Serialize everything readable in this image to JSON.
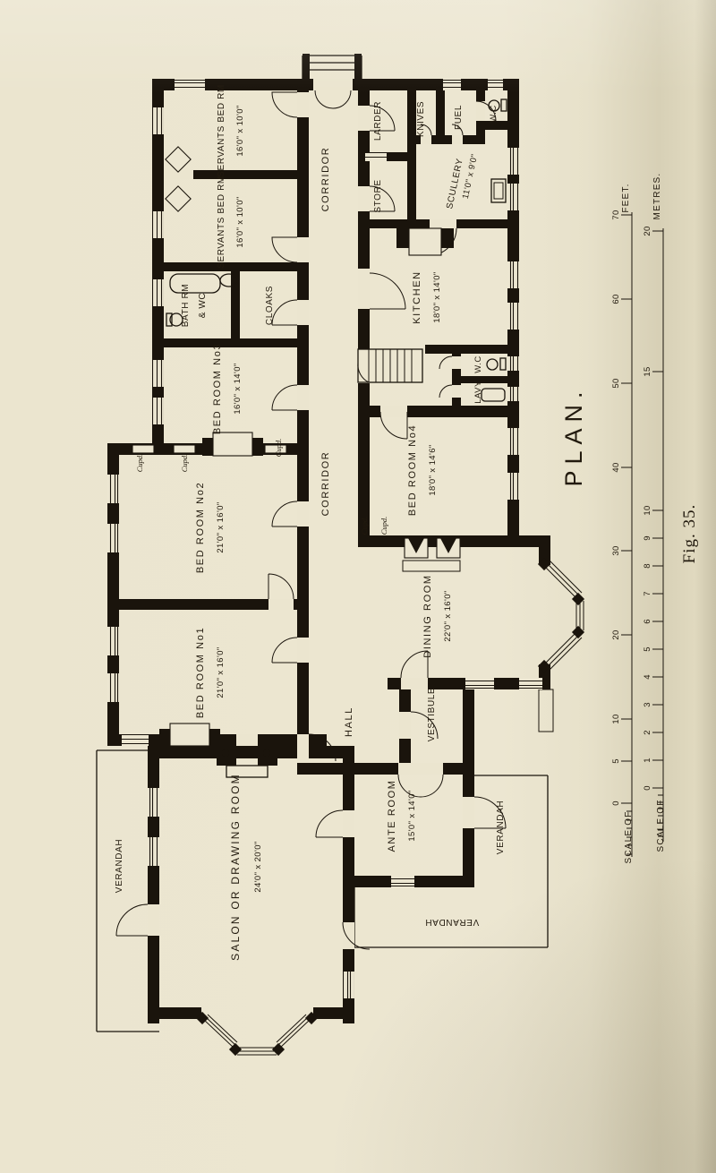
{
  "figure": {
    "plan_title": "PLAN.",
    "caption": "Fig. 35."
  },
  "rooms": {
    "servants_bed_rm_1": {
      "name": "SERVANTS BED RM",
      "dims": "16'0\" x 10'0\""
    },
    "servants_bed_rm_2": {
      "name": "SERVANTS BED RM",
      "dims": "16'0\" x 10'0\""
    },
    "bath_rm": {
      "name": "BATH RM",
      "name2": "& WC"
    },
    "cloaks": {
      "name": "CLOAKS"
    },
    "bed_room_3": {
      "name": "BED ROOM No3",
      "dims": "16'0\" x 14'0\""
    },
    "bed_room_2": {
      "name": "BED ROOM No2",
      "dims": "21'0\" x 16'0\""
    },
    "bed_room_1": {
      "name": "BED ROOM No1",
      "dims": "21'0\" x 16'0\""
    },
    "bed_room_4": {
      "name": "BED ROOM No4",
      "dims": "18'0\" x 14'6\""
    },
    "corridor_upper": {
      "name": "CORRIDOR"
    },
    "corridor_lower": {
      "name": "CORRIDOR"
    },
    "larder": {
      "name": "LARDER"
    },
    "store": {
      "name": "STORE"
    },
    "knives": {
      "name": "KNIVES"
    },
    "fuel": {
      "name": "FUEL"
    },
    "wc_upper": {
      "name": "W.C"
    },
    "scullery": {
      "name": "SCULLERY",
      "dims": "11'0\" x 9'0\""
    },
    "kitchen": {
      "name": "KITCHEN",
      "dims": "18'0\" x 14'0\""
    },
    "wc_mid": {
      "name": "W.C"
    },
    "lavy": {
      "name": "LAVY"
    },
    "dining_room": {
      "name": "DINING ROOM",
      "dims": "22'0\" x 16'0\""
    },
    "hall": {
      "name": "HALL"
    },
    "vestibule": {
      "name": "VESTIBULE"
    },
    "salon": {
      "name": "SALON OR DRAWING ROOM",
      "dims": "24'0\" x 20'0\""
    },
    "ante_room": {
      "name": "ANTE ROOM",
      "dims": "15'0\" x 14'0\""
    },
    "verandah_west": {
      "name": "VERANDAH"
    },
    "verandah_east": {
      "name": "VERANDAH"
    },
    "verandah_south": {
      "name": "VERANDAH"
    }
  },
  "cupboards": {
    "label": "Cupd."
  },
  "scales": {
    "feet": {
      "prefix": "SCALE OF",
      "unit": "FEET.",
      "ticks": [
        "0",
        "5",
        "10",
        "20",
        "30",
        "40",
        "50",
        "60",
        "70"
      ]
    },
    "metres": {
      "prefix": "SCALE OF",
      "unit": "METRES.",
      "ticks": [
        "0",
        "1",
        "2",
        "3",
        "4",
        "5",
        "6",
        "7",
        "8",
        "9",
        "10",
        "15",
        "20"
      ]
    }
  },
  "colors": {
    "paper": "#ebe5cf",
    "ink": "#1a140c"
  }
}
